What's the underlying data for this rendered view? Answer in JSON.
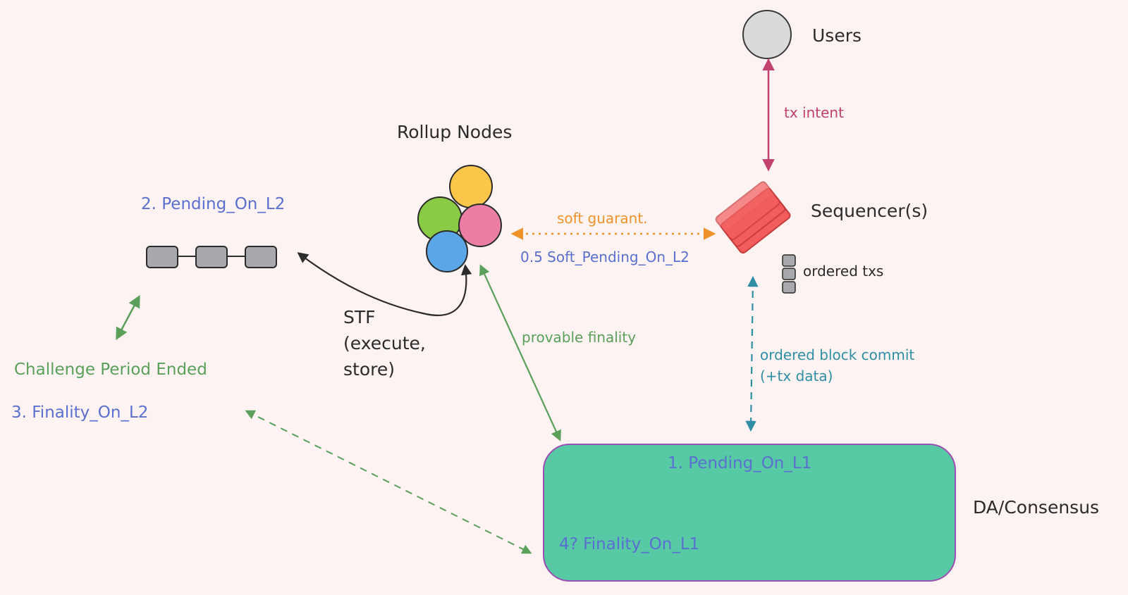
{
  "users": {
    "label": "Users"
  },
  "sequencer": {
    "label": "Sequencer(s)",
    "ordered_txs": "ordered txs"
  },
  "rollup_nodes": {
    "label": "Rollup Nodes"
  },
  "edges": {
    "tx_intent": "tx intent",
    "soft_guarantee": "soft guarant.",
    "soft_pending": "0.5 Soft_Pending_On_L2",
    "stf": [
      "STF",
      "(execute,",
      "store)"
    ],
    "provable_finality": "provable finality",
    "block_commit": [
      "ordered block commit",
      "(+tx data)"
    ]
  },
  "states": {
    "pending_l2": "2. Pending_On_L2",
    "challenge_ended": "Challenge Period Ended",
    "finality_l2": "3. Finality_On_L2",
    "pending_l1": "1. Pending_On_L1",
    "finality_l1": "4? Finality_On_L1"
  },
  "da": {
    "label": "DA/Consensus"
  },
  "colors": {
    "background": "#fdf3f2",
    "da_fill": "#58c9a5",
    "da_border": "#9b4fb4",
    "blue_text": "#5a6fd0",
    "green": "#5aa05a",
    "orange": "#f0922a",
    "magenta": "#c2416e",
    "teal": "#2f8ea3",
    "sequencer_red": "#f25c5c",
    "node_yellow": "#fcc64a",
    "node_green": "#8acb45",
    "node_pink": "#ec7ea6",
    "node_blue": "#5aa6e6"
  }
}
